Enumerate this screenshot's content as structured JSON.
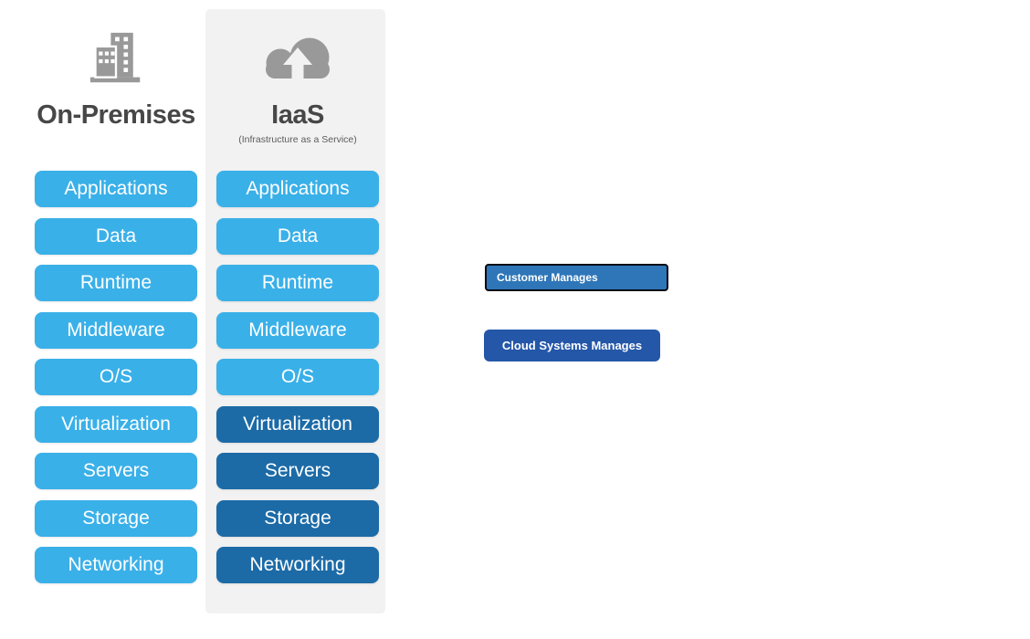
{
  "onprem": {
    "title": "On-Premises",
    "icon": "building-icon",
    "layers": [
      {
        "label": "Applications",
        "managed_by": "customer"
      },
      {
        "label": "Data",
        "managed_by": "customer"
      },
      {
        "label": "Runtime",
        "managed_by": "customer"
      },
      {
        "label": "Middleware",
        "managed_by": "customer"
      },
      {
        "label": "O/S",
        "managed_by": "customer"
      },
      {
        "label": "Virtualization",
        "managed_by": "customer"
      },
      {
        "label": "Servers",
        "managed_by": "customer"
      },
      {
        "label": "Storage",
        "managed_by": "customer"
      },
      {
        "label": "Networking",
        "managed_by": "customer"
      }
    ]
  },
  "iaas": {
    "title": "IaaS",
    "subtitle": "(Infrastructure as a Service)",
    "icon": "cloud-upload-icon",
    "layers": [
      {
        "label": "Applications",
        "managed_by": "customer"
      },
      {
        "label": "Data",
        "managed_by": "customer"
      },
      {
        "label": "Runtime",
        "managed_by": "customer"
      },
      {
        "label": "Middleware",
        "managed_by": "customer"
      },
      {
        "label": "O/S",
        "managed_by": "customer"
      },
      {
        "label": "Virtualization",
        "managed_by": "cloud"
      },
      {
        "label": "Servers",
        "managed_by": "cloud"
      },
      {
        "label": "Storage",
        "managed_by": "cloud"
      },
      {
        "label": "Networking",
        "managed_by": "cloud"
      }
    ]
  },
  "legend": {
    "customer": {
      "label": "Customer Manages",
      "color": "#2e76b8",
      "border": "#0a0a14"
    },
    "cloud": {
      "label": "Cloud Systems Manages",
      "color": "#2457a8"
    }
  },
  "colors": {
    "customer_layer": "#3ab0e8",
    "cloud_layer": "#1c6ba7",
    "panel_bg": "#f2f2f2",
    "icon_gray": "#999999",
    "title_text": "#474747",
    "layer_text": "#ffffff"
  }
}
